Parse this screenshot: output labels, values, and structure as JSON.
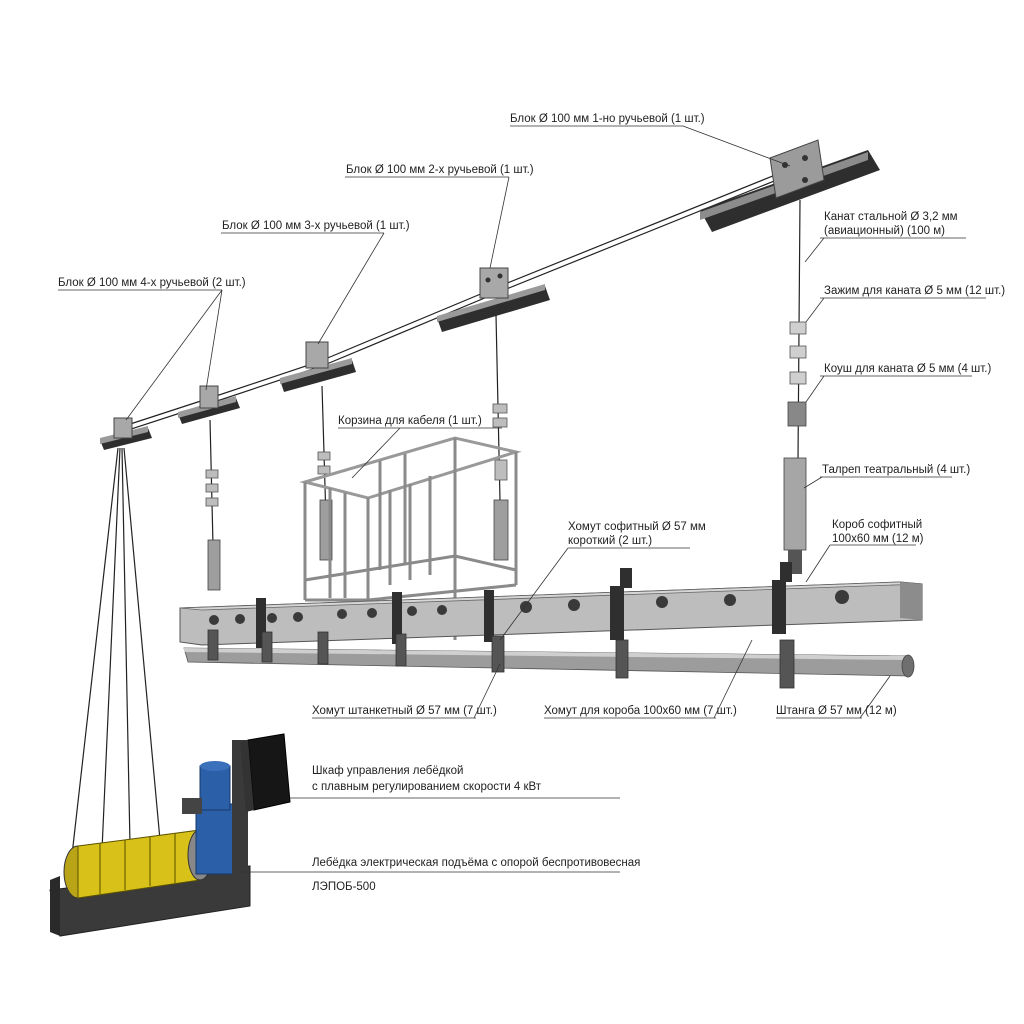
{
  "labels": {
    "block_1": "Блок Ø 100 мм 1-но ручьевой (1 шт.)",
    "block_2": "Блок Ø 100 мм 2-х ручьевой (1 шт.)",
    "block_3": "Блок Ø 100 мм 3-х ручьевой (1 шт.)",
    "block_4": "Блок Ø 100 мм 4-х ручьевой (2 шт.)",
    "cable_1": "Канат стальной Ø 3,2 мм",
    "cable_2": "(авиационный) (100 м)",
    "clamp": "Зажим для каната Ø 5 мм (12 шт.)",
    "thimble": "Коуш для каната Ø 5 мм (4 шт.)",
    "basket": "Корзина для кабеля (1 шт.)",
    "turnbuckle": "Талреп театральный (4 шт.)",
    "soffit_clamp_1": "Хомут софитный Ø 57 мм",
    "soffit_clamp_2": "короткий (2 шт.)",
    "soffit_box_1": "Короб софитный",
    "soffit_box_2": "100х60 мм (12 м)",
    "pipe_clamp": "Хомут штанкетный Ø 57 мм (7 шт.)",
    "box_clamp": "Хомут для короба 100х60 мм (7 шт.)",
    "pipe": "Штанга Ø 57 мм (12 м)",
    "cabinet_1": "Шкаф управления лебёдкой",
    "cabinet_2": "с плавным регулированием скорости 4 кВт",
    "winch_1": "Лебёдка электрическая подъёма с опорой беспротивовесная",
    "winch_2": "ЛЭПОБ-500"
  },
  "colors": {
    "steel_dark": "#3a3a3a",
    "steel_light": "#c9c9c9",
    "box_grey": "#b5b5b5",
    "motor_blue": "#2b5fa8",
    "drum_yellow": "#d8c21a"
  }
}
